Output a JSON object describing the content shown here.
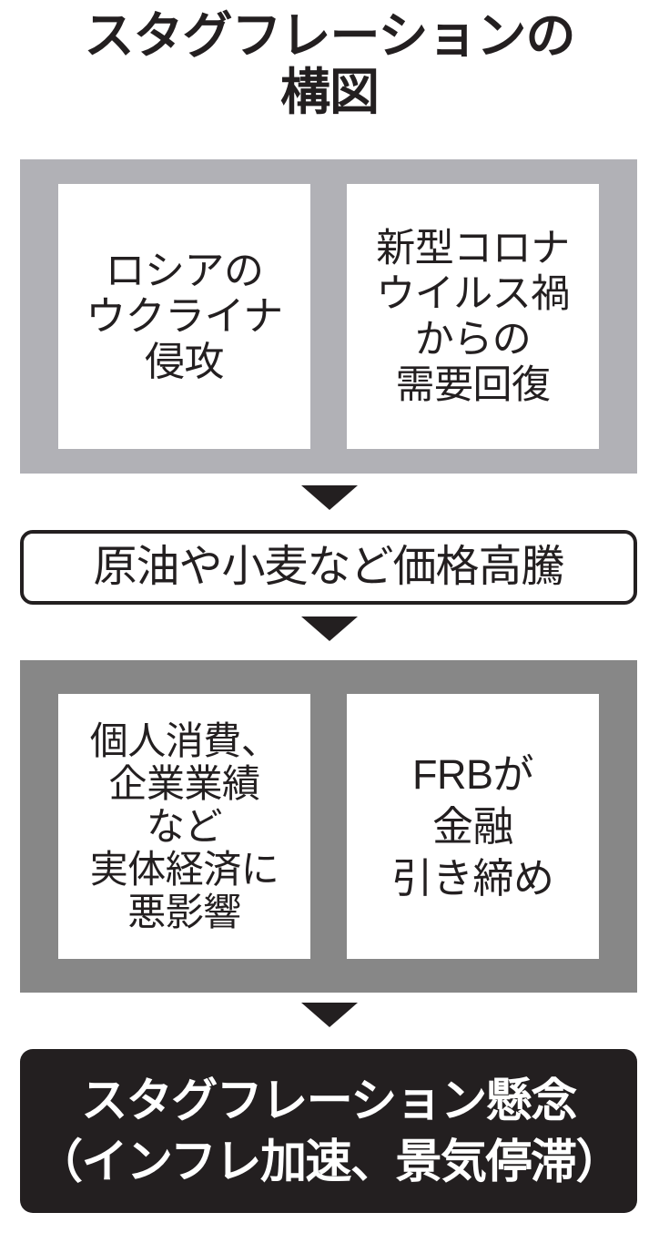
{
  "title": {
    "line1": "スタグフレーションの",
    "line2": "構図"
  },
  "colors": {
    "panel_1_bg": "#b1b1b6",
    "panel_2_bg": "#878787",
    "cell_bg": "#ffffff",
    "ink": "#231f20",
    "conclusion_bg": "#231f20",
    "conclusion_text": "#ffffff"
  },
  "causes_panel": {
    "cells": [
      {
        "name": "russia-ukraine-invasion",
        "lines": [
          "ロシアの",
          "ウクライナ",
          "侵攻"
        ]
      },
      {
        "name": "covid-demand-recovery",
        "lines": [
          "新型コロナ",
          "ウイルス禍",
          "からの",
          "需要回復"
        ]
      }
    ]
  },
  "arrows": [
    {
      "name": "arrow-causes-to-prices",
      "glyph": "▼"
    },
    {
      "name": "arrow-prices-to-effects",
      "glyph": "▼"
    },
    {
      "name": "arrow-effects-to-conclusion",
      "glyph": "▼"
    }
  ],
  "price_band": {
    "text": "原油や小麦など価格高騰"
  },
  "effects_panel": {
    "cells": [
      {
        "name": "real-economy-impact",
        "lines": [
          "個人消費、",
          "企業業績",
          "など",
          "実体経済に",
          "悪影響"
        ]
      },
      {
        "name": "frb-monetary-tightening",
        "lines": [
          "FRBが",
          "金融",
          "引き締め"
        ]
      }
    ]
  },
  "conclusion": {
    "line1": "スタグフレーション懸念",
    "line2": "（インフレ加速、景気停滞）"
  }
}
